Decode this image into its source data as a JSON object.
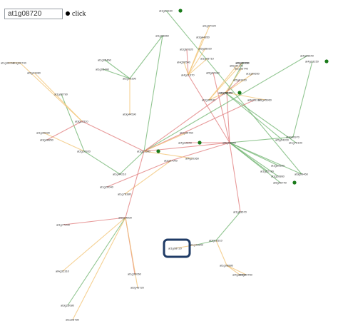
{
  "search": {
    "value": "at1g08720"
  },
  "button": {
    "label": "click"
  },
  "colors": {
    "green": "#6db36d",
    "red": "#e07a7a",
    "orange": "#f2c270",
    "node_dot": "#1a7a1a",
    "selection": "#1f3b66"
  },
  "graph": {
    "selected": "n_at1g08720",
    "nodes": [
      {
        "id": "n_at1g08720",
        "label": "at1g08720",
        "dot": false
      },
      {
        "id": "n_at1g41840",
        "label": "at1g41840",
        "dot": false
      },
      {
        "id": "n_at3g18310",
        "label": "at3g18310",
        "dot": false
      },
      {
        "id": "n_at1g63670",
        "label": "at1g63670",
        "dot": false
      },
      {
        "id": "n_at5g66840",
        "label": "at5g66840",
        "dot": false
      },
      {
        "id": "n_at1g08880",
        "label": "at1g08880",
        "dot": false
      },
      {
        "id": "n_at4g20400",
        "label": "at4g20400",
        "dot": false
      },
      {
        "id": "n_at5g09750",
        "label": "at5g09750",
        "dot": false
      },
      {
        "id": "n_at5g46740",
        "label": "at5g46740",
        "dot": true
      },
      {
        "id": "n_at1g52780",
        "label": "at1g52780",
        "dot": false
      },
      {
        "id": "n_at1g20850",
        "label": "at1g20850",
        "dot": false
      },
      {
        "id": "n_at1g20860",
        "label": "at1g20860",
        "dot": false
      },
      {
        "id": "n_at2g40970",
        "label": "at2g40970",
        "dot": false
      },
      {
        "id": "n_at3g09460",
        "label": "at3g09460",
        "dot": false
      },
      {
        "id": "n_at3g59660",
        "label": "at3g59660",
        "dot": false
      },
      {
        "id": "n_at5g62980",
        "label": "at5g62980",
        "dot": false
      },
      {
        "id": "n_at1g21580",
        "label": "at1g21580",
        "dot": true
      },
      {
        "id": "n_at1g12180",
        "label": "at1g12180",
        "dot": false
      },
      {
        "id": "n_at1g45960",
        "label": "at1g45960",
        "dot": false
      },
      {
        "id": "n_at4g12840",
        "label": "at4g12840",
        "dot": true
      },
      {
        "id": "n_at5g24600",
        "label": "at5g24600",
        "dot": false
      },
      {
        "id": "n_at1g77200",
        "label": "at1g77200",
        "dot": false
      },
      {
        "id": "n_at4g32310",
        "label": "at4g32310",
        "dot": false
      },
      {
        "id": "n_at3g25080",
        "label": "at3g25080",
        "dot": false
      },
      {
        "id": "n_at1g08780",
        "label": "at1g08780",
        "dot": false
      },
      {
        "id": "n_at1g36060",
        "label": "at1g36060",
        "dot": false
      },
      {
        "id": "n_at2g46720",
        "label": "at2g46720",
        "dot": false
      },
      {
        "id": "n_at1g53160",
        "label": "at1g53160",
        "dot": true
      },
      {
        "id": "n_at4g11370",
        "label": "at4g11370",
        "dot": false
      },
      {
        "id": "n_at4g13150",
        "label": "at4g13150",
        "dot": true
      },
      {
        "id": "n_at3g44850",
        "label": "at3g44850",
        "dot": false
      },
      {
        "id": "n_at1g07920",
        "label": "at1g07920",
        "dot": false
      },
      {
        "id": "n_at5g35020",
        "label": "at5g35020",
        "dot": false
      },
      {
        "id": "n_at4g50540",
        "label": "at4g50540",
        "dot": false
      },
      {
        "id": "n_at2g67820",
        "label": "at2g67820",
        "dot": false
      },
      {
        "id": "n_at1g43710",
        "label": "at1g43710",
        "dot": false
      },
      {
        "id": "n_at1g08860",
        "label": "at1g08860",
        "dot": false
      },
      {
        "id": "n_at1g09390",
        "label": "at1g09390",
        "dot": false
      },
      {
        "id": "n_at1g05460",
        "label": "at1g05460",
        "dot": false
      },
      {
        "id": "n_at1g05440",
        "label": "at1g05440",
        "dot": false
      },
      {
        "id": "n_at3g44590",
        "label": "at3g44590",
        "dot": false
      },
      {
        "id": "n_at2g45760",
        "label": "at2g45760",
        "dot": false
      },
      {
        "id": "n_at4g20360",
        "label": "at4g20360",
        "dot": false
      },
      {
        "id": "n_at2g37000",
        "label": "at2g37000",
        "dot": false
      },
      {
        "id": "n_at1g44210",
        "label": "at1g44210",
        "dot": false
      },
      {
        "id": "n_at2g10920",
        "label": "at2g10920",
        "dot": false
      },
      {
        "id": "n_at1g30830",
        "label": "at1g30830",
        "dot": false
      },
      {
        "id": "n_at1g06790",
        "label": "at1g06790",
        "dot": false
      },
      {
        "id": "n_at1g20040",
        "label": "at1g20040",
        "dot": false
      },
      {
        "id": "n_at4g25640",
        "label": "at4g25640",
        "dot": false
      },
      {
        "id": "n_at4g26310",
        "label": "at4g26310",
        "dot": false
      },
      {
        "id": "n_at1g78380",
        "label": "at1g78380",
        "dot": false
      },
      {
        "id": "n_at1g60650",
        "label": "at1g60650",
        "dot": false
      },
      {
        "id": "n_at5g01820",
        "label": "at5g01820",
        "dot": false
      },
      {
        "id": "n_at5g14200",
        "label": "at5g14200",
        "dot": false
      },
      {
        "id": "n_at1g76100",
        "label": "at1g76100",
        "dot": false
      },
      {
        "id": "n_at1g78470",
        "label": "at1g78470",
        "dot": true
      },
      {
        "id": "n_at1g03740",
        "label": "at1g03740",
        "dot": false
      },
      {
        "id": "n_at2g39530",
        "label": "at2g39530",
        "dot": false
      },
      {
        "id": "n_at5g40170",
        "label": "at5g40170",
        "dot": false
      },
      {
        "id": "n_at1g45950",
        "label": "at1g45950",
        "dot": false
      },
      {
        "id": "n_at3g11510",
        "label": "at3g11510",
        "dot": false
      },
      {
        "id": "n_at5g31980",
        "label": "at5g31980",
        "dot": false
      },
      {
        "id": "n_at3g56740",
        "label": "at3g56740",
        "dot": false
      },
      {
        "id": "n_at1g36060b",
        "label": "at1g36060",
        "dot": false
      },
      {
        "id": "n_at3g48850",
        "label": "at3g48850",
        "dot": false
      }
    ],
    "edges": [
      {
        "a": "n_at1g08720",
        "b": "n_at1g41840",
        "c": "orange"
      },
      {
        "a": "n_at1g41840",
        "b": "n_at3g18310",
        "c": "green"
      },
      {
        "a": "n_at3g18310",
        "b": "n_at1g63670",
        "c": "green"
      },
      {
        "a": "n_at1g63670",
        "b": "n_at5g66840",
        "c": "red"
      },
      {
        "a": "n_at3g18310",
        "b": "n_at1g08880",
        "c": "orange"
      },
      {
        "a": "n_at1g08880",
        "b": "n_at4g20400",
        "c": "orange"
      },
      {
        "a": "n_at1g08880",
        "b": "n_at5g09750",
        "c": "orange"
      },
      {
        "a": "n_at5g66840",
        "b": "n_at5g46740",
        "c": "green"
      },
      {
        "a": "n_at5g66840",
        "b": "n_at1g52780",
        "c": "green"
      },
      {
        "a": "n_at5g66840",
        "b": "n_at1g20850",
        "c": "green"
      },
      {
        "a": "n_at5g66840",
        "b": "n_at1g20860",
        "c": "green"
      },
      {
        "a": "n_at5g66840",
        "b": "n_at2g40970",
        "c": "green"
      },
      {
        "a": "n_at5g66840",
        "b": "n_at3g09460",
        "c": "green"
      },
      {
        "a": "n_at5g66840",
        "b": "n_at3g59660",
        "c": "red"
      },
      {
        "a": "n_at5g66840",
        "b": "n_at5g62980",
        "c": "red"
      },
      {
        "a": "n_at5g66840",
        "b": "n_at1g21580",
        "c": "red"
      },
      {
        "a": "n_at5g66840",
        "b": "n_at2g37000",
        "c": "red"
      },
      {
        "a": "n_at5g66840",
        "b": "n_at4g12840",
        "c": "red"
      },
      {
        "a": "n_at5g66840",
        "b": "n_at4g11370",
        "c": "red"
      },
      {
        "a": "n_at2g40970",
        "b": "n_at4g13150",
        "c": "green"
      },
      {
        "a": "n_at3g09460",
        "b": "n_at1g53160",
        "c": "green"
      },
      {
        "a": "n_at3g59660",
        "b": "n_at1g12180",
        "c": "green"
      },
      {
        "a": "n_at3g59660",
        "b": "n_at1g45960",
        "c": "orange"
      },
      {
        "a": "n_at4g11370",
        "b": "n_at2g67820",
        "c": "red"
      },
      {
        "a": "n_at4g11370",
        "b": "n_at3g44850",
        "c": "orange"
      },
      {
        "a": "n_at4g11370",
        "b": "n_at1g07920",
        "c": "orange"
      },
      {
        "a": "n_at4g11370",
        "b": "n_at5g35020",
        "c": "orange"
      },
      {
        "a": "n_at4g11370",
        "b": "n_at4g50540",
        "c": "orange"
      },
      {
        "a": "n_at4g11370",
        "b": "n_at1g43710",
        "c": "orange"
      },
      {
        "a": "n_at1g21580",
        "b": "n_at1g08860",
        "c": "green"
      },
      {
        "a": "n_at1g08860",
        "b": "n_at1g09390",
        "c": "green"
      },
      {
        "a": "n_at1g09390",
        "b": "n_at1g05460",
        "c": "green"
      },
      {
        "a": "n_at1g09390",
        "b": "n_at1g05440",
        "c": "green"
      },
      {
        "a": "n_at1g09390",
        "b": "n_at3g44590",
        "c": "orange"
      },
      {
        "a": "n_at1g21580",
        "b": "n_at1g44210",
        "c": "green"
      },
      {
        "a": "n_at1g44210",
        "b": "n_at2g10920",
        "c": "green"
      },
      {
        "a": "n_at2g10920",
        "b": "n_at1g30830",
        "c": "orange"
      },
      {
        "a": "n_at2g10920",
        "b": "n_at1g06790",
        "c": "green"
      },
      {
        "a": "n_at1g21580",
        "b": "n_at4g25640",
        "c": "green"
      },
      {
        "a": "n_at1g21580",
        "b": "n_at4g26310",
        "c": "red"
      },
      {
        "a": "n_at1g21580",
        "b": "n_at2g45760",
        "c": "orange"
      },
      {
        "a": "n_at1g21580",
        "b": "n_at4g20360",
        "c": "orange"
      },
      {
        "a": "n_at2g37000",
        "b": "n_at1g20040",
        "c": "red"
      },
      {
        "a": "n_at2g37000",
        "b": "n_at1g78380",
        "c": "orange"
      },
      {
        "a": "n_at1g21580",
        "b": "n_at1g78470",
        "c": "red"
      },
      {
        "a": "n_at1g78470",
        "b": "n_at1g60650",
        "c": "orange"
      },
      {
        "a": "n_at1g78470",
        "b": "n_at5g01820",
        "c": "red"
      },
      {
        "a": "n_at1g78470",
        "b": "n_at5g14200",
        "c": "green"
      },
      {
        "a": "n_at1g78470",
        "b": "n_at1g76100",
        "c": "green"
      },
      {
        "a": "n_at1g78470",
        "b": "n_at1g03740",
        "c": "orange"
      },
      {
        "a": "n_at1g78470",
        "b": "n_at2g39530",
        "c": "orange"
      },
      {
        "a": "n_at2g39530",
        "b": "n_at5g40170",
        "c": "orange"
      },
      {
        "a": "n_at2g39530",
        "b": "n_at1g45950",
        "c": "orange"
      },
      {
        "a": "n_at1g21580",
        "b": "n_at3g11510",
        "c": "red"
      },
      {
        "a": "n_at3g11510",
        "b": "n_at5g31980",
        "c": "orange"
      },
      {
        "a": "n_at3g11510",
        "b": "n_at3g56740",
        "c": "orange"
      },
      {
        "a": "n_at3g56740",
        "b": "n_at1g36060b",
        "c": "orange"
      },
      {
        "a": "n_at3g11510",
        "b": "n_at3g48850",
        "c": "red"
      },
      {
        "a": "n_at1g21580",
        "b": "n_at5g24600",
        "c": "red"
      },
      {
        "a": "n_at5g24600",
        "b": "n_at1g77200",
        "c": "red"
      },
      {
        "a": "n_at5g24600",
        "b": "n_at4g32310",
        "c": "orange"
      },
      {
        "a": "n_at5g24600",
        "b": "n_at3g25080",
        "c": "green"
      },
      {
        "a": "n_at5g24600",
        "b": "n_at1g08780",
        "c": "orange"
      },
      {
        "a": "n_at5g24600",
        "b": "n_at1g36060",
        "c": "red"
      },
      {
        "a": "n_at5g24600",
        "b": "n_at2g46720",
        "c": "orange"
      }
    ]
  }
}
